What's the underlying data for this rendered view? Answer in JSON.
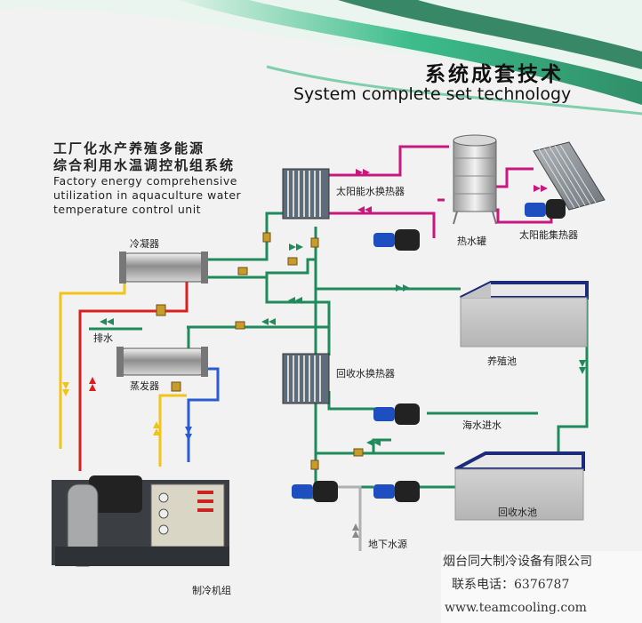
{
  "header": {
    "title_cn": "系统成套技术",
    "title_en": "System complete set technology"
  },
  "intro": {
    "title_cn_line1": "工厂化水产养殖多能源",
    "title_cn_line2": "综合利用水温调控机组系统",
    "title_en_line1": "Factory energy comprehensive",
    "title_en_line2": "utilization in aquaculture water",
    "title_en_line3": "temperature control unit"
  },
  "labels": {
    "condenser": "冷凝器",
    "evaporator": "蒸发器",
    "drain": "排水",
    "refrigeration_unit": "制冷机组",
    "solar_heat_exchanger": "太阳能水换热器",
    "hot_water_tank": "热水罐",
    "solar_collector": "太阳能集热器",
    "culture_pool": "养殖池",
    "recovery_heat_exchanger": "回收水换热器",
    "seawater_inlet": "海水进水",
    "recovery_pool": "回收水池",
    "groundwater": "地下水源"
  },
  "company": {
    "name": "烟台同大制冷设备有限公司",
    "phone": "联系电话：6376787",
    "website": "www.teamcooling.com"
  },
  "colors": {
    "green_pipe": "#1f8a5a",
    "magenta_pipe": "#c8177f",
    "red_pipe": "#d9201e",
    "yellow_pipe": "#f2c417",
    "blue_pipe": "#2a5bd0",
    "gray_pipe": "#aaaaaa",
    "banner_green": "#16a06a"
  }
}
